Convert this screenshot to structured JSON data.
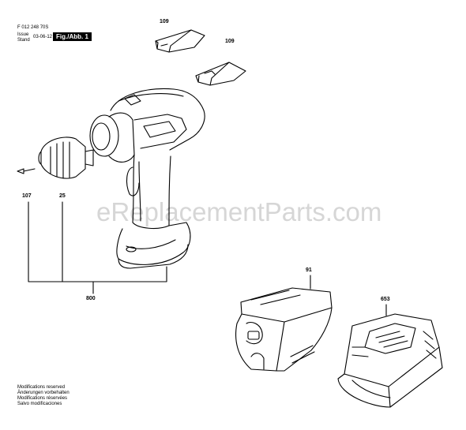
{
  "header": {
    "doc_number": "F 012 248 70S",
    "issue_label": "Issue",
    "stand_label": "Stand",
    "date": "03-06-12",
    "figure_label": "Fig./Abb. 1"
  },
  "watermark": "eReplacementParts.com",
  "callouts": {
    "c109a": "109",
    "c109b": "109",
    "c107": "107",
    "c25": "25",
    "c800": "800",
    "c91": "91",
    "c653": "653"
  },
  "footer_notes": [
    "Modifications reserved",
    "Änderungen vorbehalten",
    "Modifications réservées",
    "Salvo modificaciones"
  ]
}
